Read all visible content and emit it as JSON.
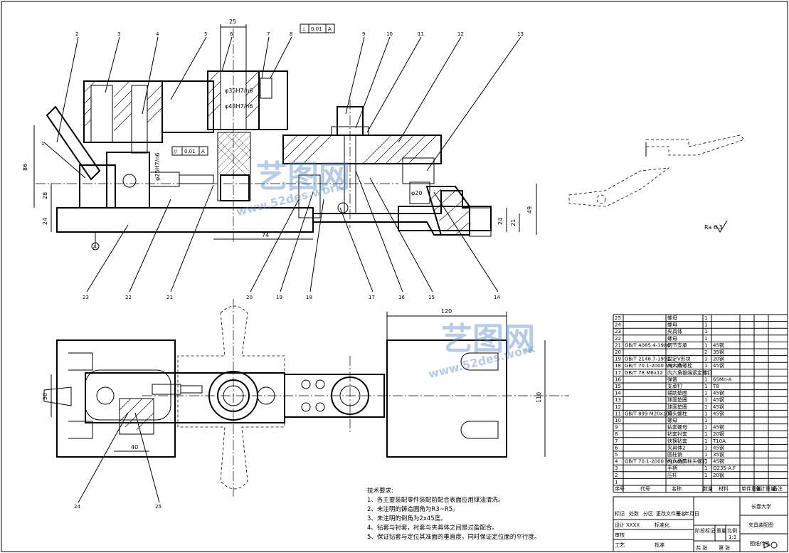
{
  "drawing": {
    "balloons": [
      "1",
      "2",
      "3",
      "4",
      "5",
      "6",
      "7",
      "8",
      "9",
      "10",
      "11",
      "12",
      "13",
      "14",
      "15",
      "16",
      "17",
      "18",
      "19",
      "20",
      "21",
      "22",
      "23",
      "24",
      "25"
    ],
    "dimensions": {
      "top_25": "25",
      "phi35": "φ35H7/n6",
      "phi48": "φ48H7/n6",
      "h86": "86",
      "h28": "28",
      "h24": "24",
      "h49": "49",
      "h24b": "24",
      "h21": "21",
      "w120": "120",
      "h50": "50",
      "h110": "110",
      "d40": "40",
      "phi25": "φ25H7/n6",
      "phi20": "φ20",
      "w74": "74",
      "dia_marker": "A",
      "rough": "Ra 6.3"
    },
    "tolerance_frames": [
      {
        "symbol": "⊥",
        "value": "0.01",
        "datum": "A"
      },
      {
        "symbol": "//",
        "value": "0.01",
        "datum": "A"
      }
    ]
  },
  "tech_notes": {
    "title": "技术要求:",
    "items": [
      "1、各主要装配零件装配前配合表面应用煤油清洗。",
      "2、未注明的铸造圆角为R3~R5。",
      "3、未注明的倒角为2x45度。",
      "4、钻套与衬套，衬套与夹具体之间是过盈配合。",
      "5、保证钻套与定位其准面的垂直度，同时保证定位面的平行度。"
    ]
  },
  "bom": {
    "header": [
      "序号",
      "代号",
      "名称",
      "数量",
      "材料",
      "单件重量",
      "总计重量",
      "备注"
    ],
    "rows": [
      {
        "no": "25",
        "name": "螺母",
        "qty": "1",
        "material": ""
      },
      {
        "no": "24",
        "name": "螺母",
        "qty": "1",
        "material": ""
      },
      {
        "no": "23",
        "name": "夹具体",
        "qty": "1",
        "material": ""
      },
      {
        "no": "22",
        "name": "螺母",
        "qty": "1",
        "material": ""
      },
      {
        "no": "21",
        "code": "GB/T 4085.4-1986",
        "name": "调节支承",
        "qty": "1",
        "material": "45钢"
      },
      {
        "no": "20",
        "name": "",
        "qty": "2",
        "material": "35钢"
      },
      {
        "no": "19",
        "code": "GB/T 2148.7-1991",
        "name": "固定V形块",
        "qty": "1",
        "material": "20钢"
      },
      {
        "no": "18",
        "code": "GB/T 70.1-2000 M8x25",
        "name": "内六角螺栓",
        "qty": "1",
        "material": "45钢"
      },
      {
        "no": "17",
        "code": "GB/T 78 M6x12",
        "name": "内六角锥端紧定螺钉",
        "qty": "1",
        "material": ""
      },
      {
        "no": "16",
        "name": "弹簧",
        "qty": "1",
        "material": "65Mn-A"
      },
      {
        "no": "15",
        "name": "支承钉",
        "qty": "1",
        "material": "T8"
      },
      {
        "no": "14",
        "name": "辅助垫圈",
        "qty": "1",
        "material": "45钢"
      },
      {
        "no": "13",
        "name": "球面垫圈",
        "qty": "1",
        "material": "45钢"
      },
      {
        "no": "12",
        "name": "球面垫圈",
        "qty": "1",
        "material": "45钢"
      },
      {
        "no": "11",
        "code": "GB/T 899 M20x100",
        "name": "双头螺柱",
        "qty": "1",
        "material": "45钢"
      },
      {
        "no": "10",
        "name": "螺母",
        "qty": "1",
        "material": ""
      },
      {
        "no": "9",
        "name": "钻套螺母",
        "qty": "1",
        "material": "45钢"
      },
      {
        "no": "8",
        "name": "钻套衬套",
        "qty": "1",
        "material": "20钢"
      },
      {
        "no": "7",
        "name": "快换钻套",
        "qty": "1",
        "material": "T10A"
      },
      {
        "no": "6",
        "name": "夹具体2",
        "qty": "1",
        "material": "45钢"
      },
      {
        "no": "5",
        "name": "圆柱销",
        "qty": "1",
        "material": "35钢"
      },
      {
        "no": "4",
        "code": "GB/T 70.1-2000 M10x45",
        "name": "内六角圆柱头螺钉",
        "qty": "1",
        "material": "45钢"
      },
      {
        "no": "3",
        "name": "手柄",
        "qty": "1",
        "material": "Q235-A.F"
      },
      {
        "no": "2",
        "name": "压杆",
        "qty": "1",
        "material": "20钢"
      },
      {
        "no": "1",
        "name": "",
        "qty": "",
        "material": ""
      }
    ]
  },
  "title_block": {
    "school": "长春大学",
    "drawing_title": "夹具装配图",
    "drawing_no": "图纸代号",
    "scale_label": "比例",
    "scale": "1:1",
    "weight_label": "重量",
    "stage_label": "阶段标记",
    "sheet_total": "共 张",
    "sheet_no": "第 张",
    "marks": [
      "标记",
      "处数",
      "分区",
      "更改文件号",
      "签名",
      "年月日"
    ],
    "roles": [
      "设计",
      "审核",
      "工艺",
      "批准"
    ],
    "std_label": "标准化",
    "xxxx": "XXXX"
  },
  "watermark": {
    "brand": "艺图网",
    "url": "www.52des.work"
  }
}
